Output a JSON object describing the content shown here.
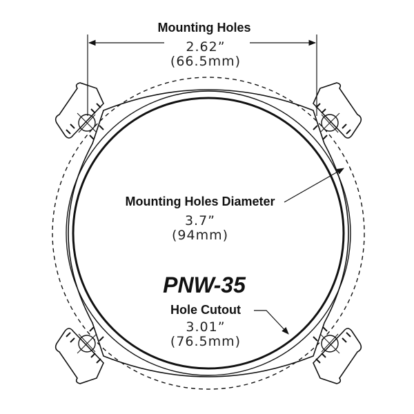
{
  "mounting_holes": {
    "title": "Mounting Holes",
    "value_in": "2.62”",
    "value_mm": "(66.5mm)"
  },
  "mounting_holes_diameter": {
    "title": "Mounting Holes Diameter",
    "value_in": "3.7”",
    "value_mm": "(94mm)"
  },
  "model": "PNW-35",
  "hole_cutout": {
    "title": "Hole Cutout",
    "value_in": "3.01”",
    "value_mm": "(76.5mm)"
  },
  "colors": {
    "ink": "#111111",
    "background": "#ffffff"
  }
}
